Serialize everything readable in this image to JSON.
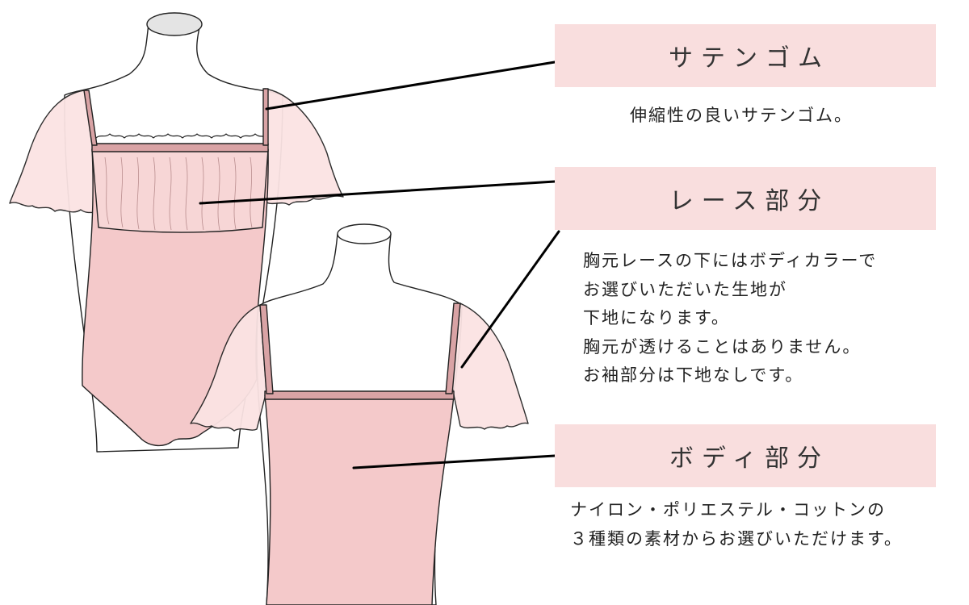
{
  "callouts": [
    {
      "title": "サテンゴム",
      "lines": [
        "伸縮性の良いサテンゴム。"
      ]
    },
    {
      "title": "レース部分",
      "lines": [
        "胸元レースの下にはボディカラーで",
        "お選びいただいた生地が",
        "下地になります。",
        "胸元が透けることはありません。",
        "お袖部分は下地なしです。"
      ]
    },
    {
      "title": "ボディ部分",
      "lines": [
        "ナイロン・ポリエステル・コットンの",
        "３種類の素材からお選びいただけます。"
      ]
    }
  ],
  "colors": {
    "label_bg": "#f9dede",
    "body_fill": "#f4c9ca",
    "lace_fill": "#f7d6d6",
    "sleeve_fill": "#fbe3e3",
    "trim": "#d9a3a5",
    "mannequin_cap": "#e4e4e4"
  }
}
